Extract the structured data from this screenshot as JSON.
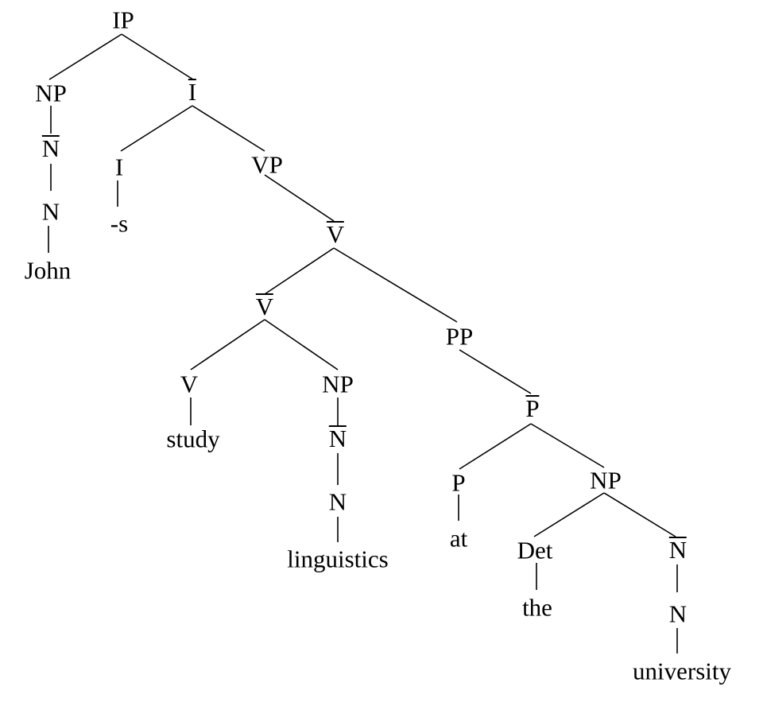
{
  "tree": {
    "nodes": [
      {
        "id": "ip",
        "label": "IP",
        "bar": false
      },
      {
        "id": "np1",
        "label": "NP",
        "bar": false
      },
      {
        "id": "ibar",
        "label": "I",
        "bar": true
      },
      {
        "id": "nbar1",
        "label": "N",
        "bar": true
      },
      {
        "id": "i",
        "label": "I",
        "bar": false
      },
      {
        "id": "vp",
        "label": "VP",
        "bar": false
      },
      {
        "id": "n1",
        "label": "N",
        "bar": false
      },
      {
        "id": "s",
        "label": "-s",
        "bar": false
      },
      {
        "id": "john",
        "label": "John",
        "bar": false
      },
      {
        "id": "vbar1",
        "label": "V",
        "bar": true
      },
      {
        "id": "vbar2",
        "label": "V",
        "bar": true
      },
      {
        "id": "pp",
        "label": "PP",
        "bar": false
      },
      {
        "id": "v",
        "label": "V",
        "bar": false
      },
      {
        "id": "np2",
        "label": "NP",
        "bar": false
      },
      {
        "id": "study",
        "label": "study",
        "bar": false
      },
      {
        "id": "nbar2",
        "label": "N",
        "bar": true
      },
      {
        "id": "n2",
        "label": "N",
        "bar": false
      },
      {
        "id": "linguistics",
        "label": "linguistics",
        "bar": false
      },
      {
        "id": "pbar",
        "label": "P",
        "bar": true
      },
      {
        "id": "p",
        "label": "P",
        "bar": false
      },
      {
        "id": "np3",
        "label": "NP",
        "bar": false
      },
      {
        "id": "at",
        "label": "at",
        "bar": false
      },
      {
        "id": "det",
        "label": "Det",
        "bar": false
      },
      {
        "id": "nbar3",
        "label": "N",
        "bar": true
      },
      {
        "id": "the",
        "label": "the",
        "bar": false
      },
      {
        "id": "n3",
        "label": "N",
        "bar": false
      },
      {
        "id": "university",
        "label": "university",
        "bar": false
      }
    ]
  }
}
